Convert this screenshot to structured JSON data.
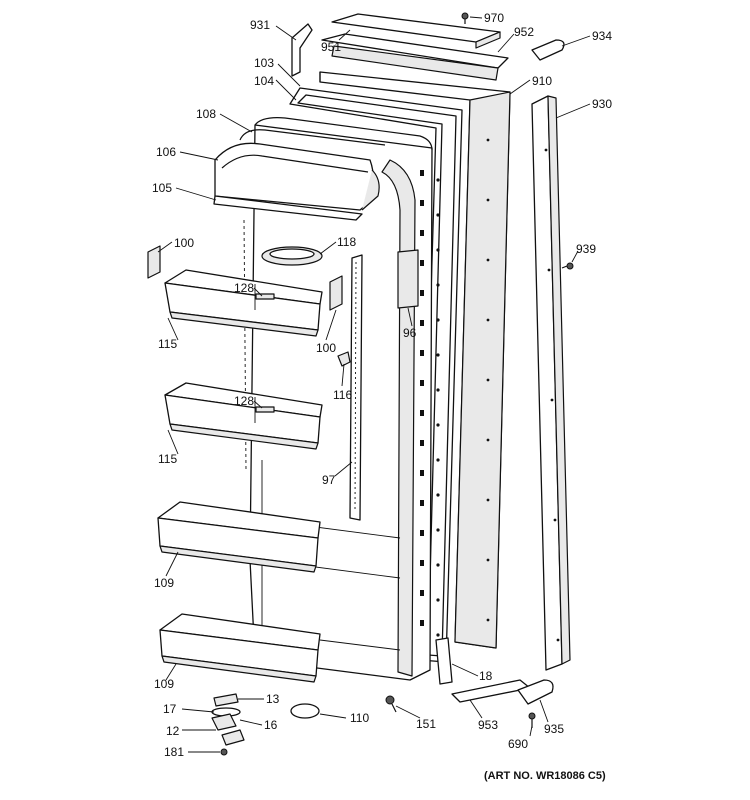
{
  "diagram": {
    "art_number": "(ART NO. WR18086 C5)",
    "callouts": {
      "c931": "931",
      "c951": "951",
      "c970": "970",
      "c952": "952",
      "c934": "934",
      "c103": "103",
      "c104": "104",
      "c910": "910",
      "c930": "930",
      "c108": "108",
      "c106": "106",
      "c105": "105",
      "c100a": "100",
      "c118": "118",
      "c939": "939",
      "c128a": "128",
      "c115a": "115",
      "c100b": "100",
      "c96": "96",
      "c116": "116",
      "c128b": "128",
      "c115b": "115",
      "c97": "97",
      "c109a": "109",
      "c109b": "109",
      "c18": "18",
      "c13": "13",
      "c17": "17",
      "c16": "16",
      "c12": "12",
      "c110": "110",
      "c151": "151",
      "c953": "953",
      "c935": "935",
      "c181": "181",
      "c690": "690"
    }
  }
}
